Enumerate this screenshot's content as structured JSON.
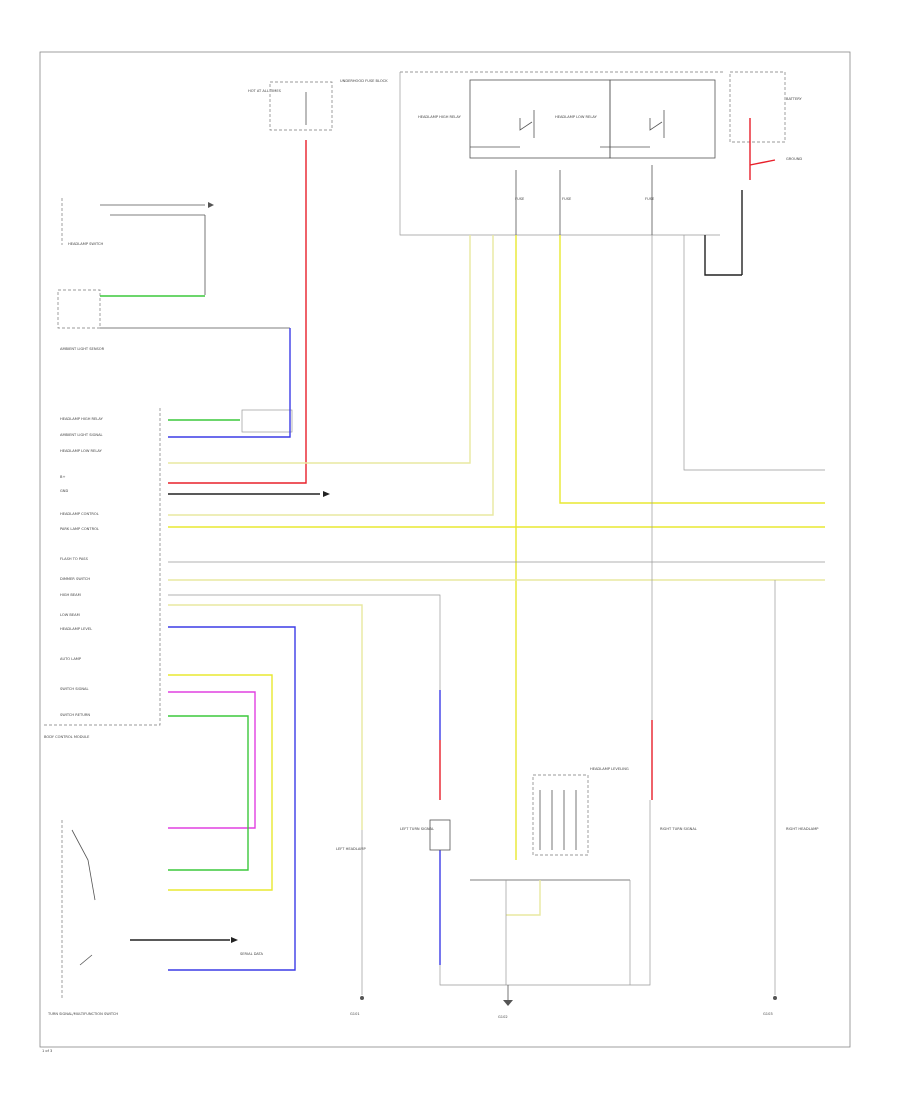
{
  "diagram": {
    "footer_code": "1 of 3",
    "colors": {
      "red": "#e8202a",
      "yellow": "#e8e830",
      "green": "#3cc83c",
      "blue": "#3c3ce6",
      "magenta": "#e040e0",
      "pale_yellow": "#e8e8a0",
      "black": "#222222",
      "gray": "#999999"
    },
    "labels": {
      "hot_at_all_times_fuse": "HOT AT ALL TIMES",
      "underhood_fuse_block": "UNDERHOOD FUSE BLOCK",
      "headlamp_relay_left": "HEADLAMP HIGH RELAY",
      "headlamp_relay_right": "HEADLAMP LOW RELAY",
      "fuse_a": "FUSE",
      "fuse_b": "FUSE",
      "fuse_c": "FUSE",
      "battery": "BATTERY",
      "ground_splice": "GROUND",
      "park_light_switch": "HEADLAMP SWITCH",
      "ambient_light_sensor": "AMBIENT LIGHT SENSOR",
      "bcm_title": "BODY CONTROL MODULE",
      "left_headlamp": "LEFT HEADLAMP",
      "right_headlamp": "RIGHT HEADLAMP",
      "left_turn": "LEFT TURN SIGNAL",
      "right_turn": "RIGHT TURN SIGNAL",
      "headlamp_leveling": "HEADLAMP LEVELING",
      "turn_switch": "TURN SIGNAL/MULTIFUNCTION SWITCH",
      "ground_left": "G101",
      "ground_center": "G102",
      "ground_right": "G103",
      "data_link": "SERIAL DATA"
    },
    "bcm_pins": [
      "HEADLAMP HIGH RELAY",
      "AMBIENT LIGHT SIGNAL",
      "HEADLAMP LOW RELAY",
      "B+",
      "GND",
      "HEADLAMP CONTROL",
      "PARK LAMP CONTROL",
      "FLASH TO PASS",
      "DIMMER SWITCH",
      "HIGH BEAM",
      "LOW BEAM",
      "HEADLAMP LEVEL",
      "AUTO LAMP",
      "SWITCH SIGNAL",
      "SWITCH RETURN"
    ]
  }
}
